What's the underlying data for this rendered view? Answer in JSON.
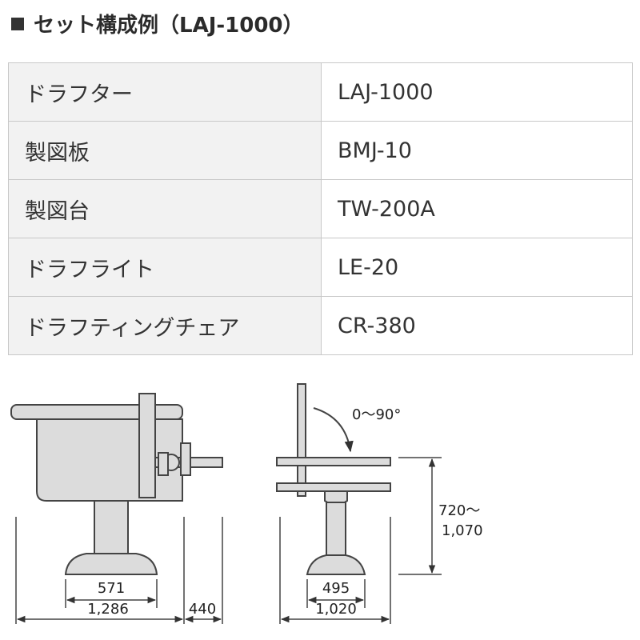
{
  "heading": "セット構成例（LAJ-1000）",
  "rows": [
    {
      "name": "ドラフター",
      "model": "LAJ-1000"
    },
    {
      "name": "製図板",
      "model": "BMJ-10"
    },
    {
      "name": "製図台",
      "model": "TW-200A"
    },
    {
      "name": "ドラフライト",
      "model": "LE-20"
    },
    {
      "name": "ドラフティングチェア",
      "model": "CR-380"
    }
  ],
  "diagram": {
    "dim_base_inner": "571",
    "dim_total_width": "1,286",
    "dim_overhang": "440",
    "angle": "0～90°",
    "height_range_line1": "720～",
    "height_range_line2": "1,070",
    "dim_side_base": "495",
    "dim_side_total": "1,020"
  }
}
